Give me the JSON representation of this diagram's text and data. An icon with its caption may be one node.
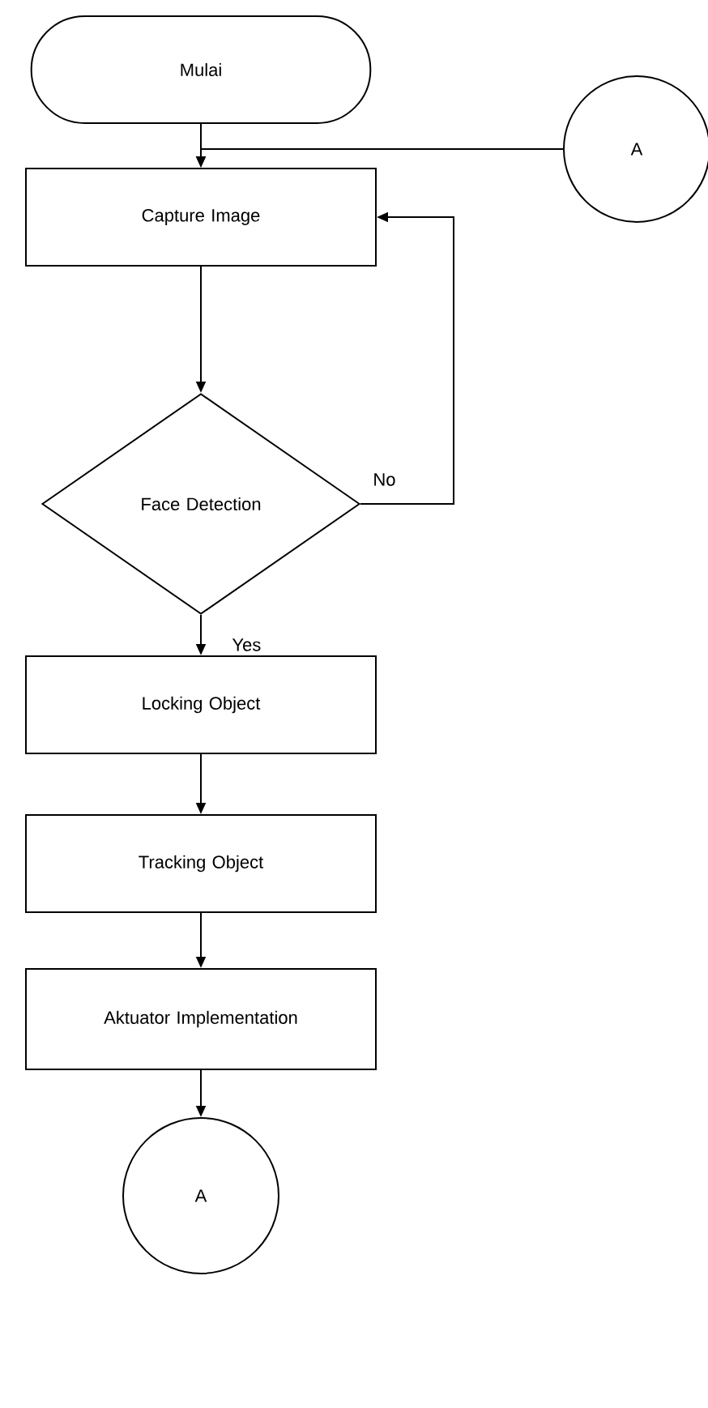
{
  "diagram": {
    "nodes": [
      {
        "text": [
          "Mulai"
        ]
      },
      {
        "text": [
          "A"
        ]
      },
      {
        "text": [
          "Capture Image"
        ]
      },
      {
        "text": [
          "Face Detection"
        ]
      },
      {
        "text": [
          "Locking Object"
        ]
      },
      {
        "text": [
          "Tracking Object"
        ]
      },
      {
        "text": [
          "Aktuator Implementation"
        ]
      },
      {
        "text": [
          "A"
        ]
      }
    ],
    "edges": [
      {
        "from": 0,
        "to": 2,
        "arrow": "to"
      },
      {
        "from": 1,
        "to": 2,
        "arrow": "to"
      },
      {
        "from": 2,
        "to": 3,
        "arrow": "to"
      },
      {
        "from": 3,
        "to": 2,
        "arrow": "to",
        "label": "No"
      },
      {
        "from": 3,
        "to": 4,
        "arrow": "to",
        "label": "Yes"
      },
      {
        "from": 4,
        "to": 5,
        "arrow": "to"
      },
      {
        "from": 5,
        "to": 6,
        "arrow": "to"
      },
      {
        "from": 6,
        "to": 7,
        "arrow": "to"
      }
    ]
  }
}
